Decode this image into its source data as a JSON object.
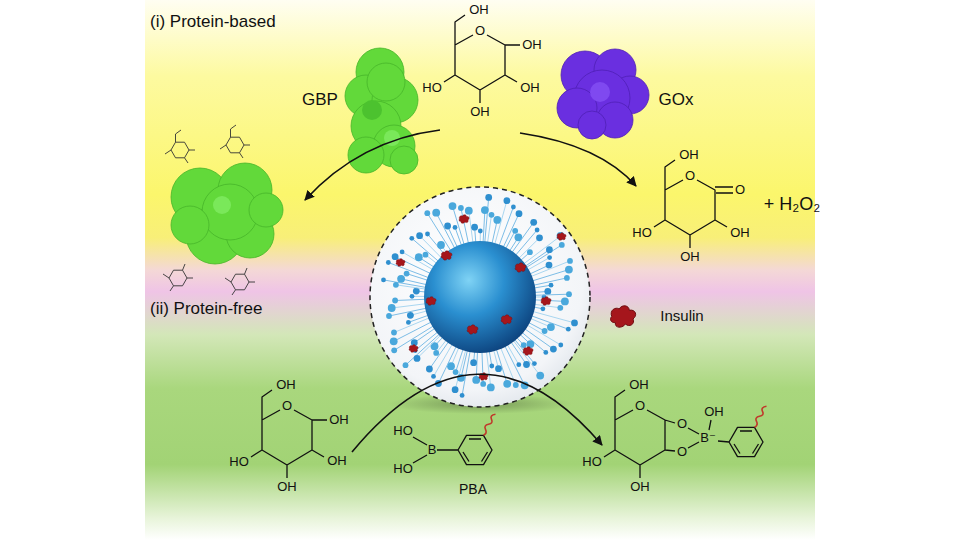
{
  "diagram": {
    "nodes": [
      {
        "text": [
          "(i) Protein-based"
        ]
      },
      {
        "text": [
          "(ii) Protein-free"
        ]
      }
    ],
    "labels": [
      "GBP",
      "GOx",
      "OH",
      "O",
      "OH",
      "OH",
      "OH",
      "HO",
      "OH",
      "O",
      "O",
      "OH",
      "OH",
      "HO",
      "+ H₂O₂",
      "Insulin",
      "OH",
      "O",
      "OH",
      "OH",
      "OH",
      "HO",
      "HO",
      "B",
      "HO",
      "PBA",
      "OH",
      "O",
      "O",
      "O",
      "B⁻",
      "OH",
      "OH",
      "HO"
    ]
  }
}
